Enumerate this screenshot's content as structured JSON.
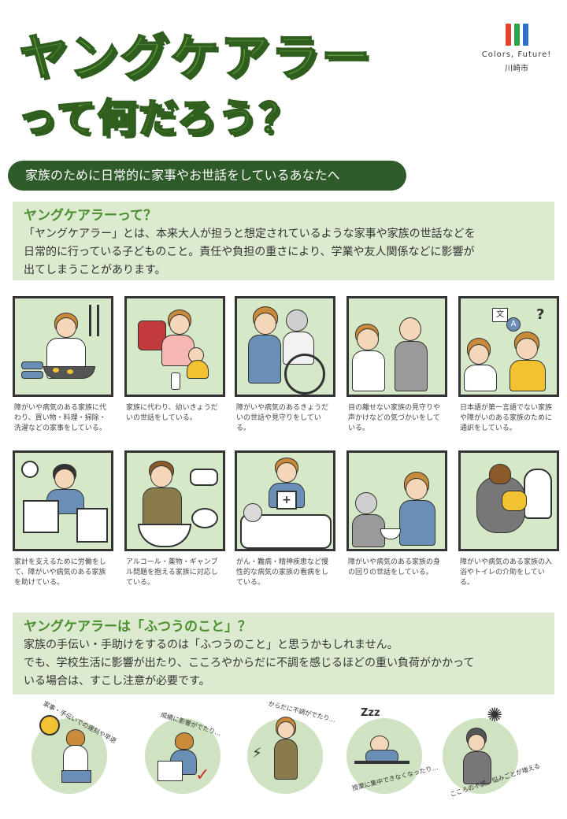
{
  "title_line1": "ヤングケアラー",
  "title_line2": "って何だろう？",
  "logo": {
    "en": "Colors, Future!",
    "jp": "川崎市",
    "bar_colors": [
      "#e8432e",
      "#2aa24a",
      "#2e6fc9"
    ]
  },
  "banner": "家族のために日常的に家事やお世話をしているあなたへ",
  "section1": {
    "heading": "ヤングケアラーって？",
    "lines": [
      "「ヤングケアラー」とは、本来大人が担うと想定されているような家事や家族の世話などを",
      "日常的に行っている子どものこと。責任や負担の重さにより、学業や友人関係などに影響が",
      "出てしまうことがあります。"
    ]
  },
  "cards": [
    {
      "caption": "障がいや病気のある家族に代わり、買い物・料理・掃除・洗濯などの家事をしている。"
    },
    {
      "caption": "家族に代わり、幼いきょうだいの世話をしている。"
    },
    {
      "caption": "障がいや病気のあるきょうだいの世話や見守りをしている。"
    },
    {
      "caption": "目の離せない家族の見守りや声かけなどの気づかいをしている。"
    },
    {
      "caption": "日本語が第一言語でない家族や障がいのある家族のために通訳をしている。"
    },
    {
      "caption": "家計を支えるために労働をして、障がいや病気のある家族を助けている。"
    },
    {
      "caption": "アルコール・薬物・ギャンブル問題を抱える家族に対応している。"
    },
    {
      "caption": "がん・難病・精神疾患など慢性的な病気の家族の看病をしている。"
    },
    {
      "caption": "障がいや病気のある家族の身の回りの世話をしている。"
    },
    {
      "caption": "障がいや病気のある家族の入浴やトイレの介助をしている。"
    }
  ],
  "section2": {
    "heading": "ヤングケアラーは「ふつうのこと」？",
    "lines": [
      "家族の手伝い・手助けをするのは「ふつうのこと」と思うかもしれません。",
      "でも、学校生活に影響が出たり、こころやからだに不調を感じるほどの重い負荷がかかって",
      "いる場合は、すこし注意が必要です。"
    ]
  },
  "bottom": [
    {
      "text": "家事・手伝いでの遅刻や早退"
    },
    {
      "text": "成績に影響がでたり…"
    },
    {
      "text": "からだに不調がでたり…"
    },
    {
      "text": "授業に集中できなくなったり…"
    },
    {
      "text": "こころの不調。悩みごとが増える"
    }
  ],
  "speech_letters": [
    "文",
    "A"
  ],
  "question_mark": "?",
  "zzz": "Zzz"
}
